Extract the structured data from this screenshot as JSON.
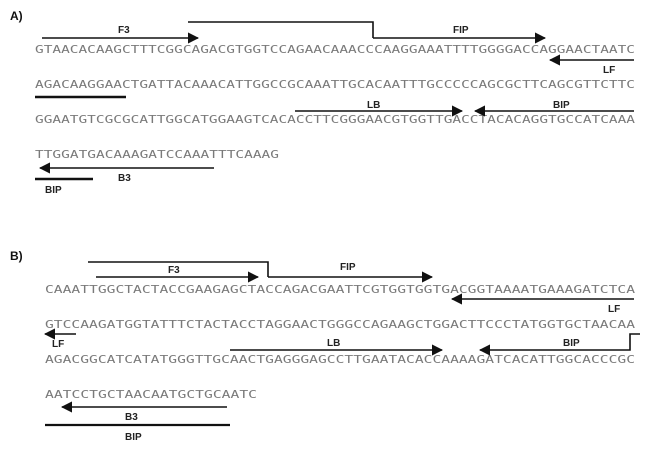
{
  "panels": [
    {
      "id": "A",
      "label": "A)",
      "lines": [
        "GTAACACAAGCTTTCGGCAGACGTGGTCCAGAACAAACCCAAGGAAATTTTGGGGACCAGGAACTAATC",
        "AGACAAGGAACTGATTACAAACATTGGCCGCAAATTGCACAATTTGCCCCCAGCGCTTCAGCGTTCTTC",
        "GGAATGTCGCGCATTGGCATGGAAGTCACACCTTCGGGAACGTGGTTGACCTACACAGGTGCCATCAAA",
        "TTGGATGACAAAGATCCAAATTTCAAAG"
      ],
      "primers": [
        "F3",
        "FIP",
        "LF",
        "LB",
        "BIP",
        "B3",
        "BIP"
      ]
    },
    {
      "id": "B",
      "label": "B)",
      "lines": [
        "CAAATTGGCTACTACCGAAGAGCTACCAGACGAATTCGTGGTGGTGACGGTAAAATGAAAGATCTCA",
        "GTCCAAGATGGTATTTCTACTACCTAGGAACTGGGCCAGAAGCTGGACTTCCCTATGGTGCTAACAA",
        "AGACGGCATCATATGGGTTGCAACTGAGGGAGCCTTGAATACACCAAAAGATCACATTGGCACCCGC",
        "AATCCTGCTAACAATGCTGCAATC"
      ],
      "primers": [
        "F3",
        "FIP",
        "LF",
        "LF",
        "LB",
        "BIP",
        "B3",
        "BIP"
      ]
    }
  ]
}
